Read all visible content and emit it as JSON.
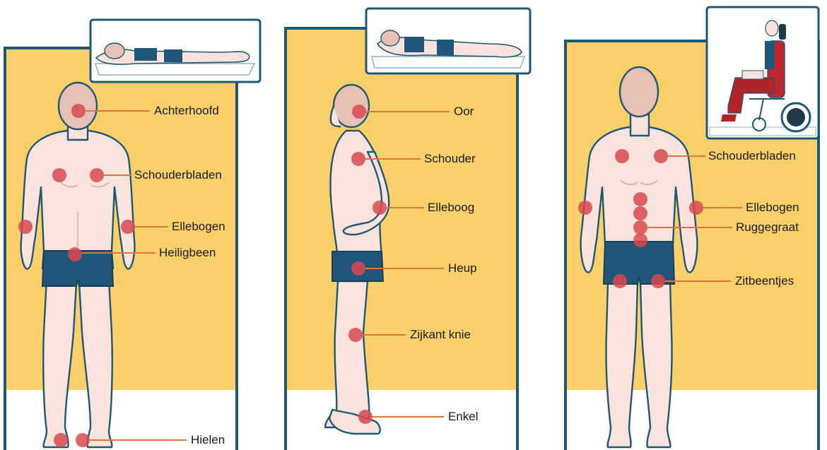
{
  "panels": [
    {
      "id": "back",
      "pose_thumbnail": "lying-on-back-icon",
      "labels": {
        "head": "Achterhoofd",
        "shoulder_blades": "Schouderbladen",
        "elbows": "Ellebogen",
        "sacrum": "Heiligbeen",
        "heels": "Hielen"
      }
    },
    {
      "id": "side",
      "pose_thumbnail": "lying-on-side-icon",
      "labels": {
        "ear": "Oor",
        "shoulder": "Schouder",
        "elbow": "Elleboog",
        "hip": "Heup",
        "knee": "Zijkant knie",
        "ankle": "Enkel"
      }
    },
    {
      "id": "sitting",
      "pose_thumbnail": "wheelchair-sitting-icon",
      "labels": {
        "shoulder_blades": "Schouderbladen",
        "elbows": "Ellebogen",
        "spine": "Ruggegraat",
        "sit_bones": "Zitbeentjes"
      }
    }
  ],
  "colors": {
    "panel_background": "#fbd06a",
    "panel_border": "#1f5872",
    "pressure_spot": "#d84a4f",
    "leader_line": "#e0743e",
    "shorts": "#21557a",
    "skin": "#f9e3dc"
  }
}
